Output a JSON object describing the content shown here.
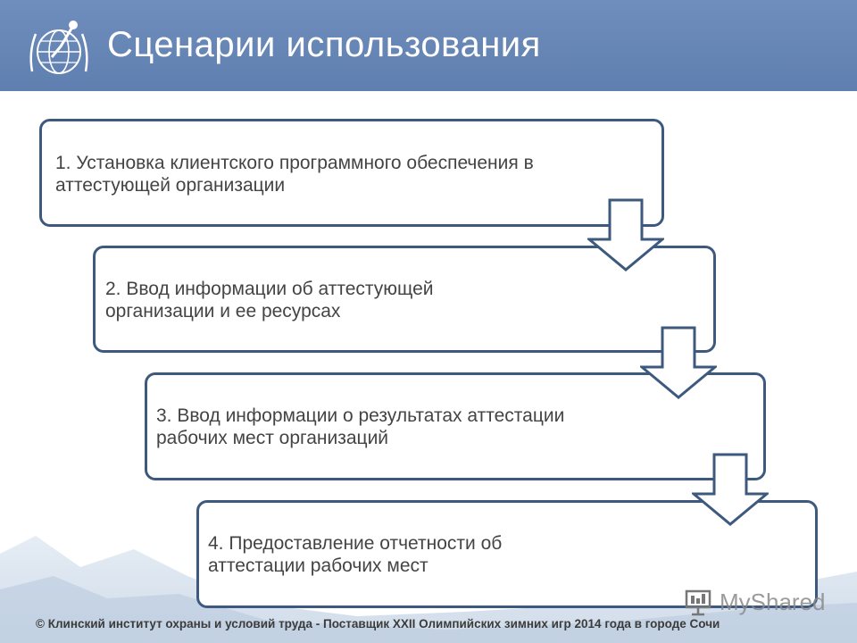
{
  "header": {
    "title": "Сценарии использования"
  },
  "steps": [
    {
      "text": "1. Установка клиентского программного обеспечения в аттестующей организации"
    },
    {
      "text": "2. Ввод информации об аттестующей организации и ее ресурсах"
    },
    {
      "text": "3. Ввод информации о результатах аттестации рабочих мест организаций"
    },
    {
      "text": "4. Предоставление отчетности об аттестации рабочих мест"
    }
  ],
  "footer": {
    "text": "© Клинский институт охраны и условий труда - Поставщик XXII Олимпийских зимних игр 2014 года в городе Сочи"
  },
  "watermark": {
    "text": "MyShared"
  },
  "colors": {
    "header": "#6f8ebd",
    "border": "#3d5a7e",
    "arrow_fill": "#ffffff",
    "text": "#444444"
  },
  "icons": [
    "logo-emblem-icon",
    "down-arrow-icon",
    "presentation-icon"
  ]
}
